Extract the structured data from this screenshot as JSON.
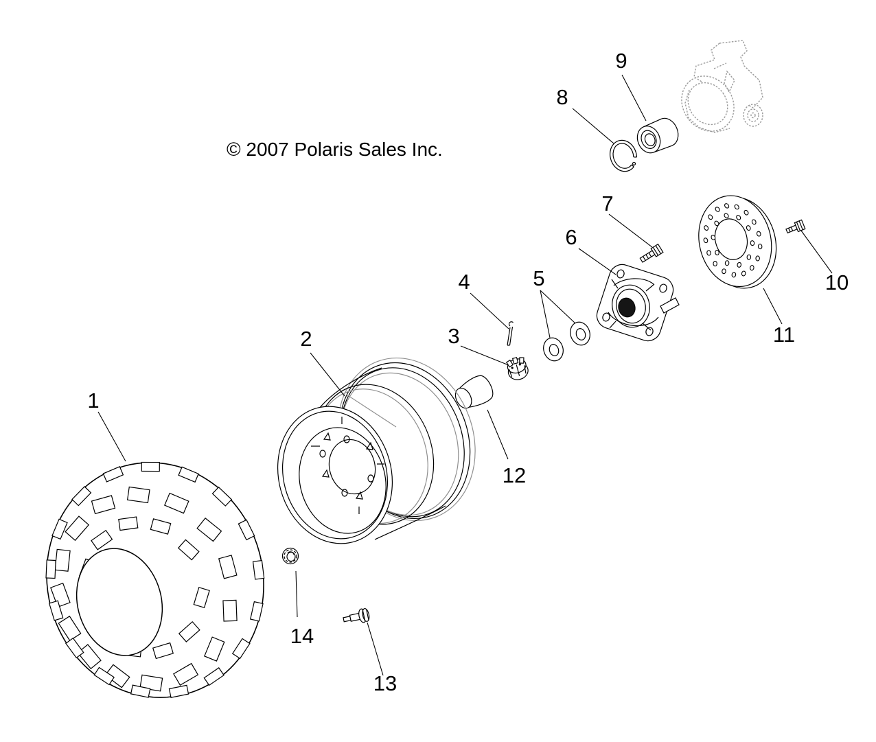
{
  "copyright": "© 2007 Polaris Sales Inc.",
  "colors": {
    "line_art": "#000000",
    "reference_part": "#9a9a9a",
    "paper": "#ffffff"
  },
  "callouts": [
    {
      "number": "1"
    },
    {
      "number": "2"
    },
    {
      "number": "3"
    },
    {
      "number": "4"
    },
    {
      "number": "5"
    },
    {
      "number": "6"
    },
    {
      "number": "7"
    },
    {
      "number": "8"
    },
    {
      "number": "9"
    },
    {
      "number": "10"
    },
    {
      "number": "11"
    },
    {
      "number": "12"
    },
    {
      "number": "13"
    },
    {
      "number": "14"
    }
  ]
}
